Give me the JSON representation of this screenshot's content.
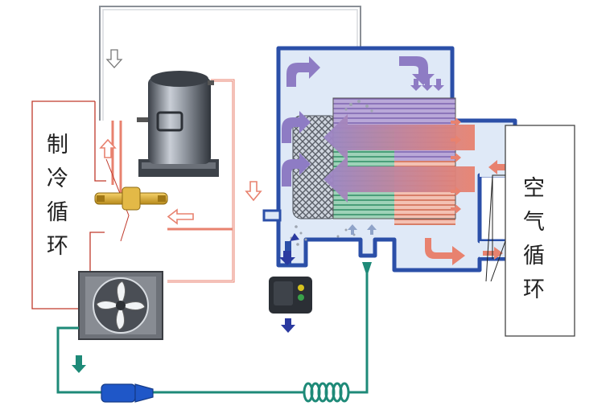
{
  "labels": {
    "refrigeration_cycle": [
      "制",
      "冷",
      "循",
      "环"
    ],
    "air_cycle": [
      "空",
      "气",
      "循",
      "环"
    ]
  },
  "colors": {
    "refrigerant_line": "#e8826f",
    "water_line": "#1e8a78",
    "chamber_border": "#2b4fa8",
    "chamber_fill": "#dfe9f7",
    "cool_arrow": "#8e7cc4",
    "warm_arrow": "#e8826f",
    "drain_arrow": "#2b3aa0",
    "label_box": "#c0392b"
  },
  "icons": [
    "compressor-icon",
    "expansion-valve-icon",
    "condenser-fan-icon",
    "drain-valve-icon",
    "filter-drier-icon",
    "coil-spring-icon"
  ]
}
